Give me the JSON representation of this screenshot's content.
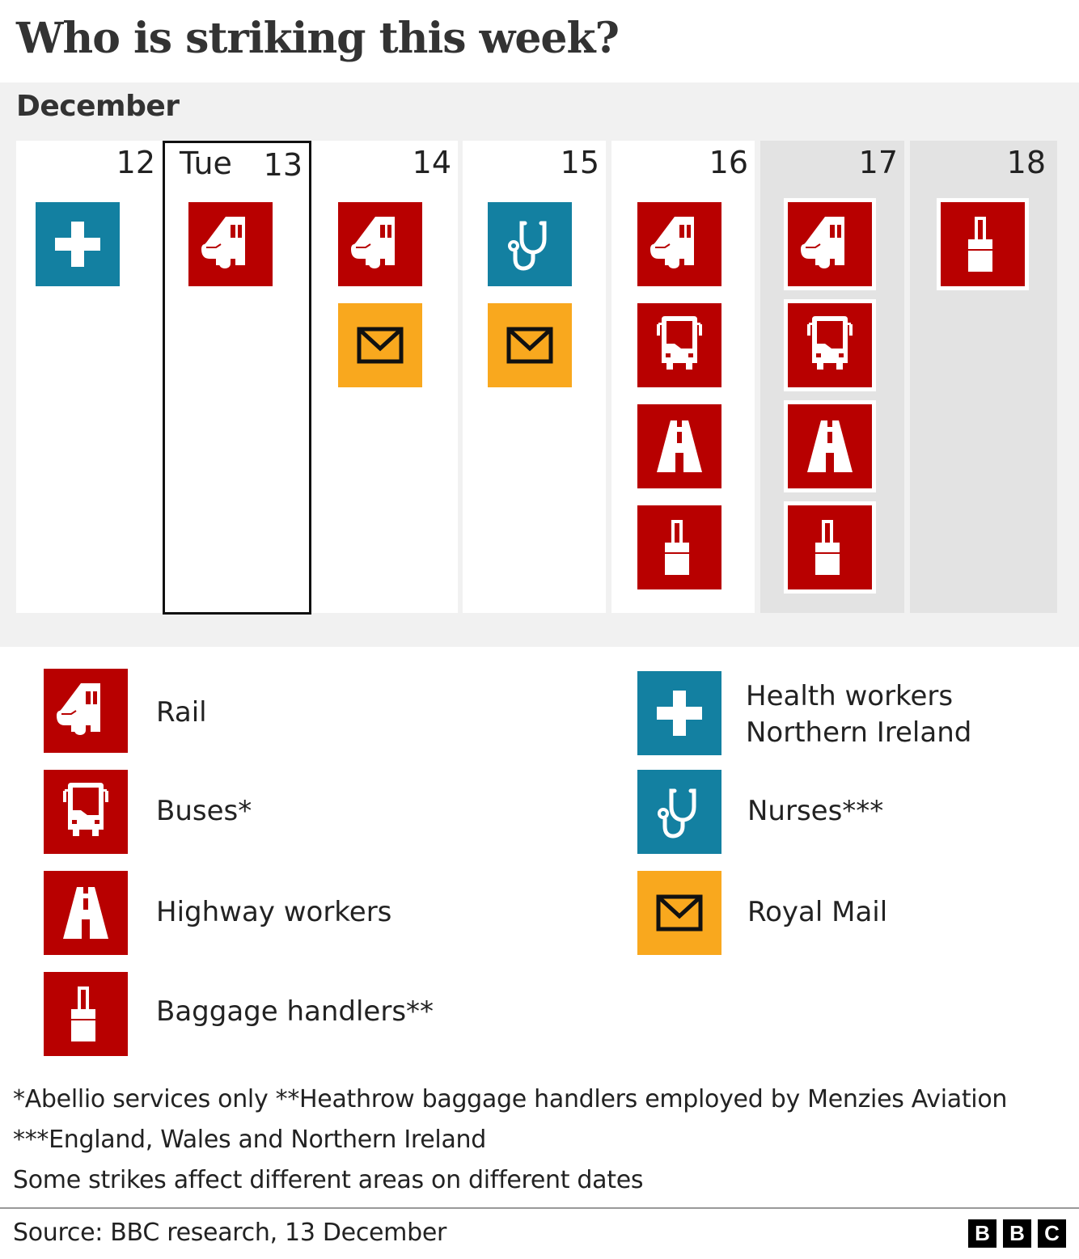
{
  "title": "Who is striking this week?",
  "month": "December",
  "colors": {
    "transport_red": "#b80000",
    "health_teal": "#1380a1",
    "mail_amber": "#f9a81e",
    "panel_bg": "#f1f1f1",
    "weekend_bg": "#e3e3e3"
  },
  "days": [
    {
      "date": "12",
      "dayname": "",
      "weekend": false,
      "today": false,
      "strikes": [
        "health_ni"
      ]
    },
    {
      "date": "13",
      "dayname": "Tue",
      "weekend": false,
      "today": true,
      "strikes": [
        "rail"
      ]
    },
    {
      "date": "14",
      "dayname": "",
      "weekend": false,
      "today": false,
      "strikes": [
        "rail",
        "royal_mail"
      ]
    },
    {
      "date": "15",
      "dayname": "",
      "weekend": false,
      "today": false,
      "strikes": [
        "nurses",
        "royal_mail"
      ]
    },
    {
      "date": "16",
      "dayname": "",
      "weekend": false,
      "today": false,
      "strikes": [
        "rail",
        "buses",
        "highway",
        "baggage"
      ]
    },
    {
      "date": "17",
      "dayname": "",
      "weekend": true,
      "today": false,
      "strikes": [
        "rail",
        "buses",
        "highway",
        "baggage"
      ]
    },
    {
      "date": "18",
      "dayname": "",
      "weekend": true,
      "today": false,
      "strikes": [
        "baggage"
      ]
    }
  ],
  "legend": {
    "left": [
      {
        "key": "rail",
        "icon": "train-icon",
        "label": "Rail"
      },
      {
        "key": "buses",
        "icon": "bus-icon",
        "label": "Buses*"
      },
      {
        "key": "highway",
        "icon": "road-icon",
        "label": "Highway workers"
      },
      {
        "key": "baggage",
        "icon": "luggage-icon",
        "label": "Baggage handlers**"
      }
    ],
    "right": [
      {
        "key": "health_ni",
        "icon": "medical-cross-icon",
        "label_line1": "Health workers",
        "label_line2": "Northern Ireland"
      },
      {
        "key": "nurses",
        "icon": "stethoscope-icon",
        "label": "Nurses***"
      },
      {
        "key": "royal_mail",
        "icon": "envelope-icon",
        "label": "Royal Mail"
      }
    ]
  },
  "notes": [
    "*Abellio services only **Heathrow baggage handlers employed by Menzies Aviation",
    "***England, Wales and Northern Ireland",
    "Some strikes affect different areas on different dates"
  ],
  "source": "Source: BBC research, 13 December",
  "logo": [
    "B",
    "B",
    "C"
  ],
  "chart_data": {
    "type": "table",
    "title": "Who is striking this week?",
    "subtitle": "December",
    "columns": [
      "12",
      "Tue 13",
      "14",
      "15",
      "16",
      "17",
      "18"
    ],
    "rows": [
      {
        "name": "Health workers Northern Ireland",
        "dates": [
          "12"
        ]
      },
      {
        "name": "Rail",
        "dates": [
          "13",
          "14",
          "16",
          "17"
        ]
      },
      {
        "name": "Royal Mail",
        "dates": [
          "14",
          "15"
        ]
      },
      {
        "name": "Nurses***",
        "dates": [
          "15"
        ]
      },
      {
        "name": "Buses*",
        "dates": [
          "16",
          "17"
        ]
      },
      {
        "name": "Highway workers",
        "dates": [
          "16",
          "17"
        ]
      },
      {
        "name": "Baggage handlers**",
        "dates": [
          "16",
          "17",
          "18"
        ]
      }
    ],
    "highlight": "13",
    "weekend": [
      "17",
      "18"
    ]
  }
}
